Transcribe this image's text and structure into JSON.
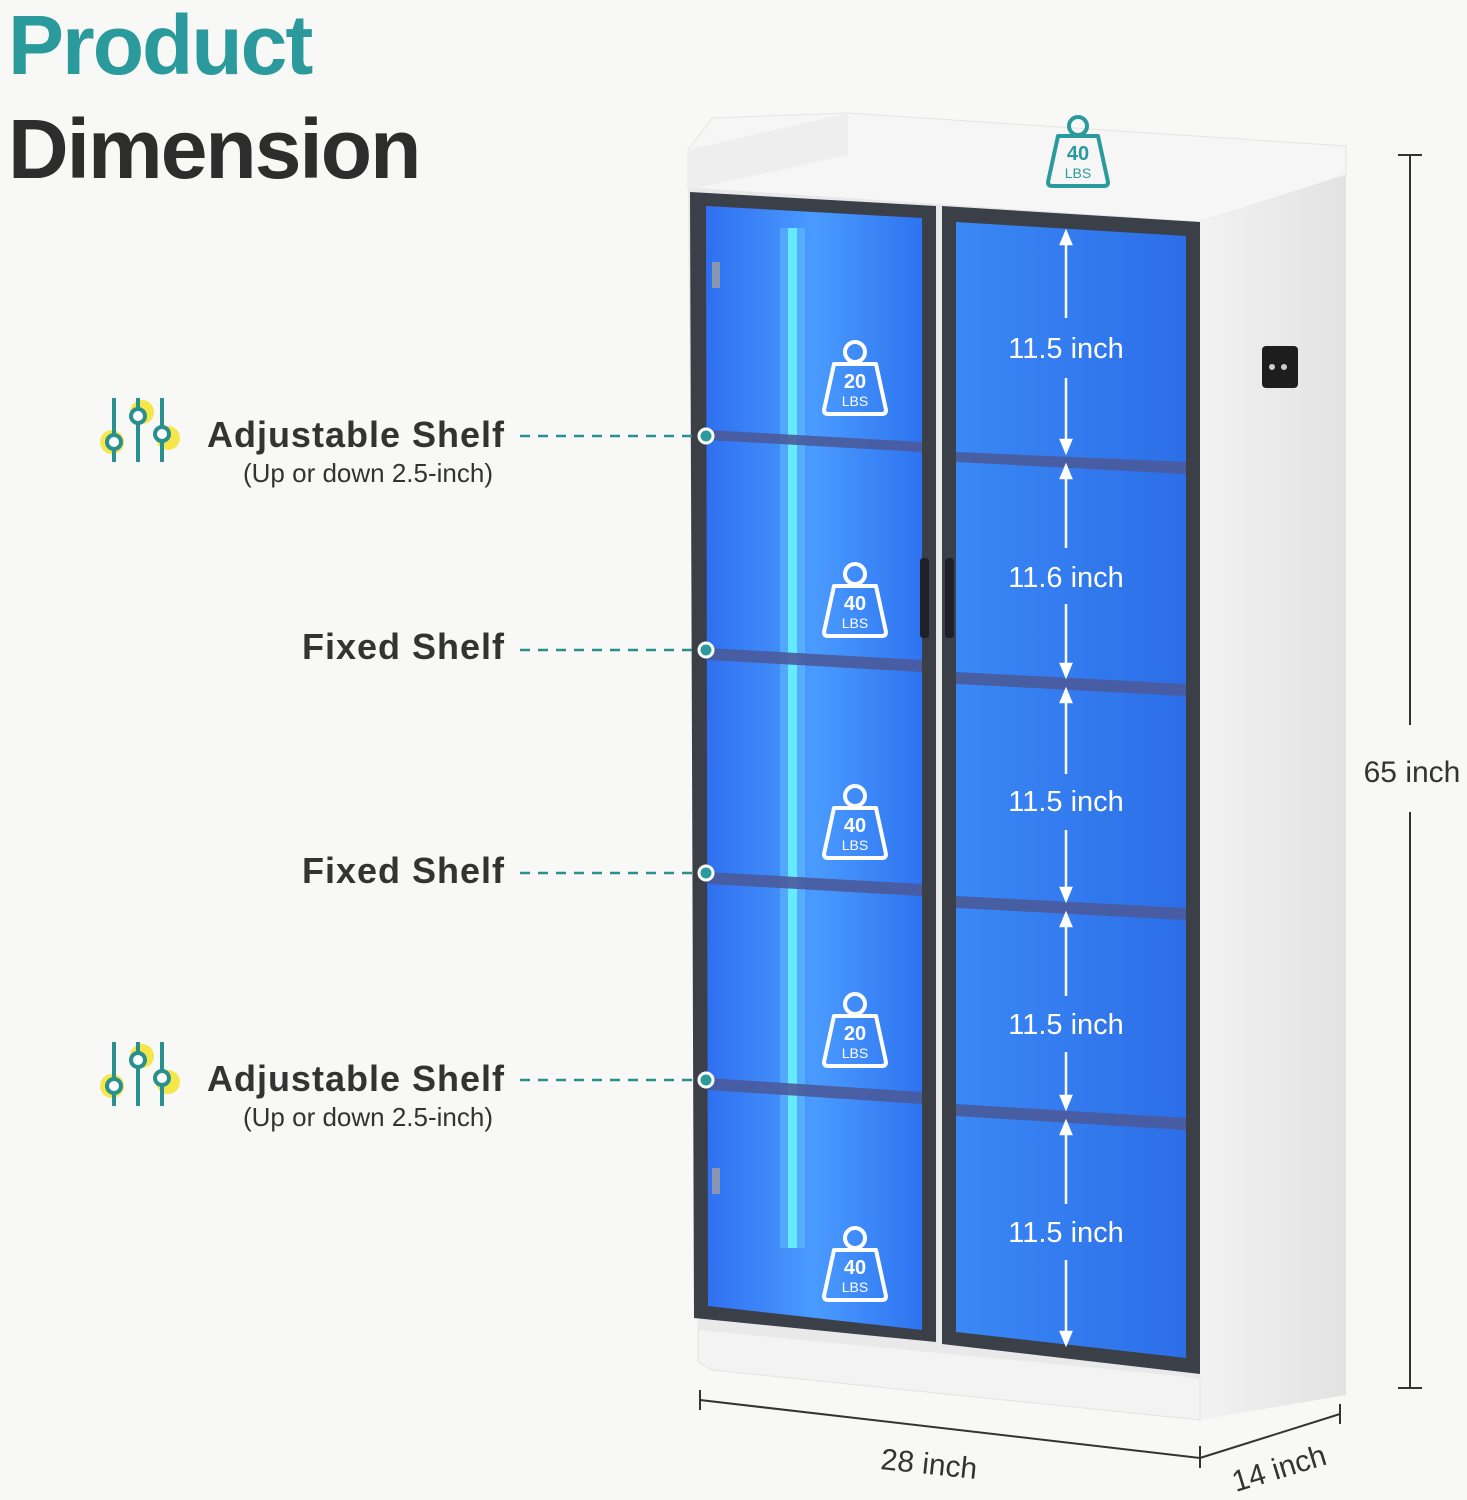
{
  "title": {
    "line1": "Product",
    "line2": "Dimension"
  },
  "callouts": [
    {
      "label": "Adjustable Shelf",
      "sub": "(Up or down 2.5-inch)",
      "icon": "adjust-sliders-icon"
    },
    {
      "label": "Fixed Shelf"
    },
    {
      "label": "Fixed Shelf"
    },
    {
      "label": "Adjustable Shelf",
      "sub": "(Up or down 2.5-inch)",
      "icon": "adjust-sliders-icon"
    }
  ],
  "shelf_heights": [
    "11.5 inch",
    "11.6 inch",
    "11.5 inch",
    "11.5 inch",
    "11.5 inch"
  ],
  "weights": {
    "top": {
      "value": "40",
      "unit": "LBS"
    },
    "shelves": [
      {
        "value": "20",
        "unit": "LBS"
      },
      {
        "value": "40",
        "unit": "LBS"
      },
      {
        "value": "40",
        "unit": "LBS"
      },
      {
        "value": "20",
        "unit": "LBS"
      },
      {
        "value": "40",
        "unit": "LBS"
      }
    ]
  },
  "overall": {
    "height": "65 inch",
    "width": "28 inch",
    "depth": "14 inch"
  },
  "colors": {
    "accent": "#2a9a9c",
    "glass": "#3f88f2",
    "led": "#5ff0ff",
    "frame": "#3a3f48"
  }
}
